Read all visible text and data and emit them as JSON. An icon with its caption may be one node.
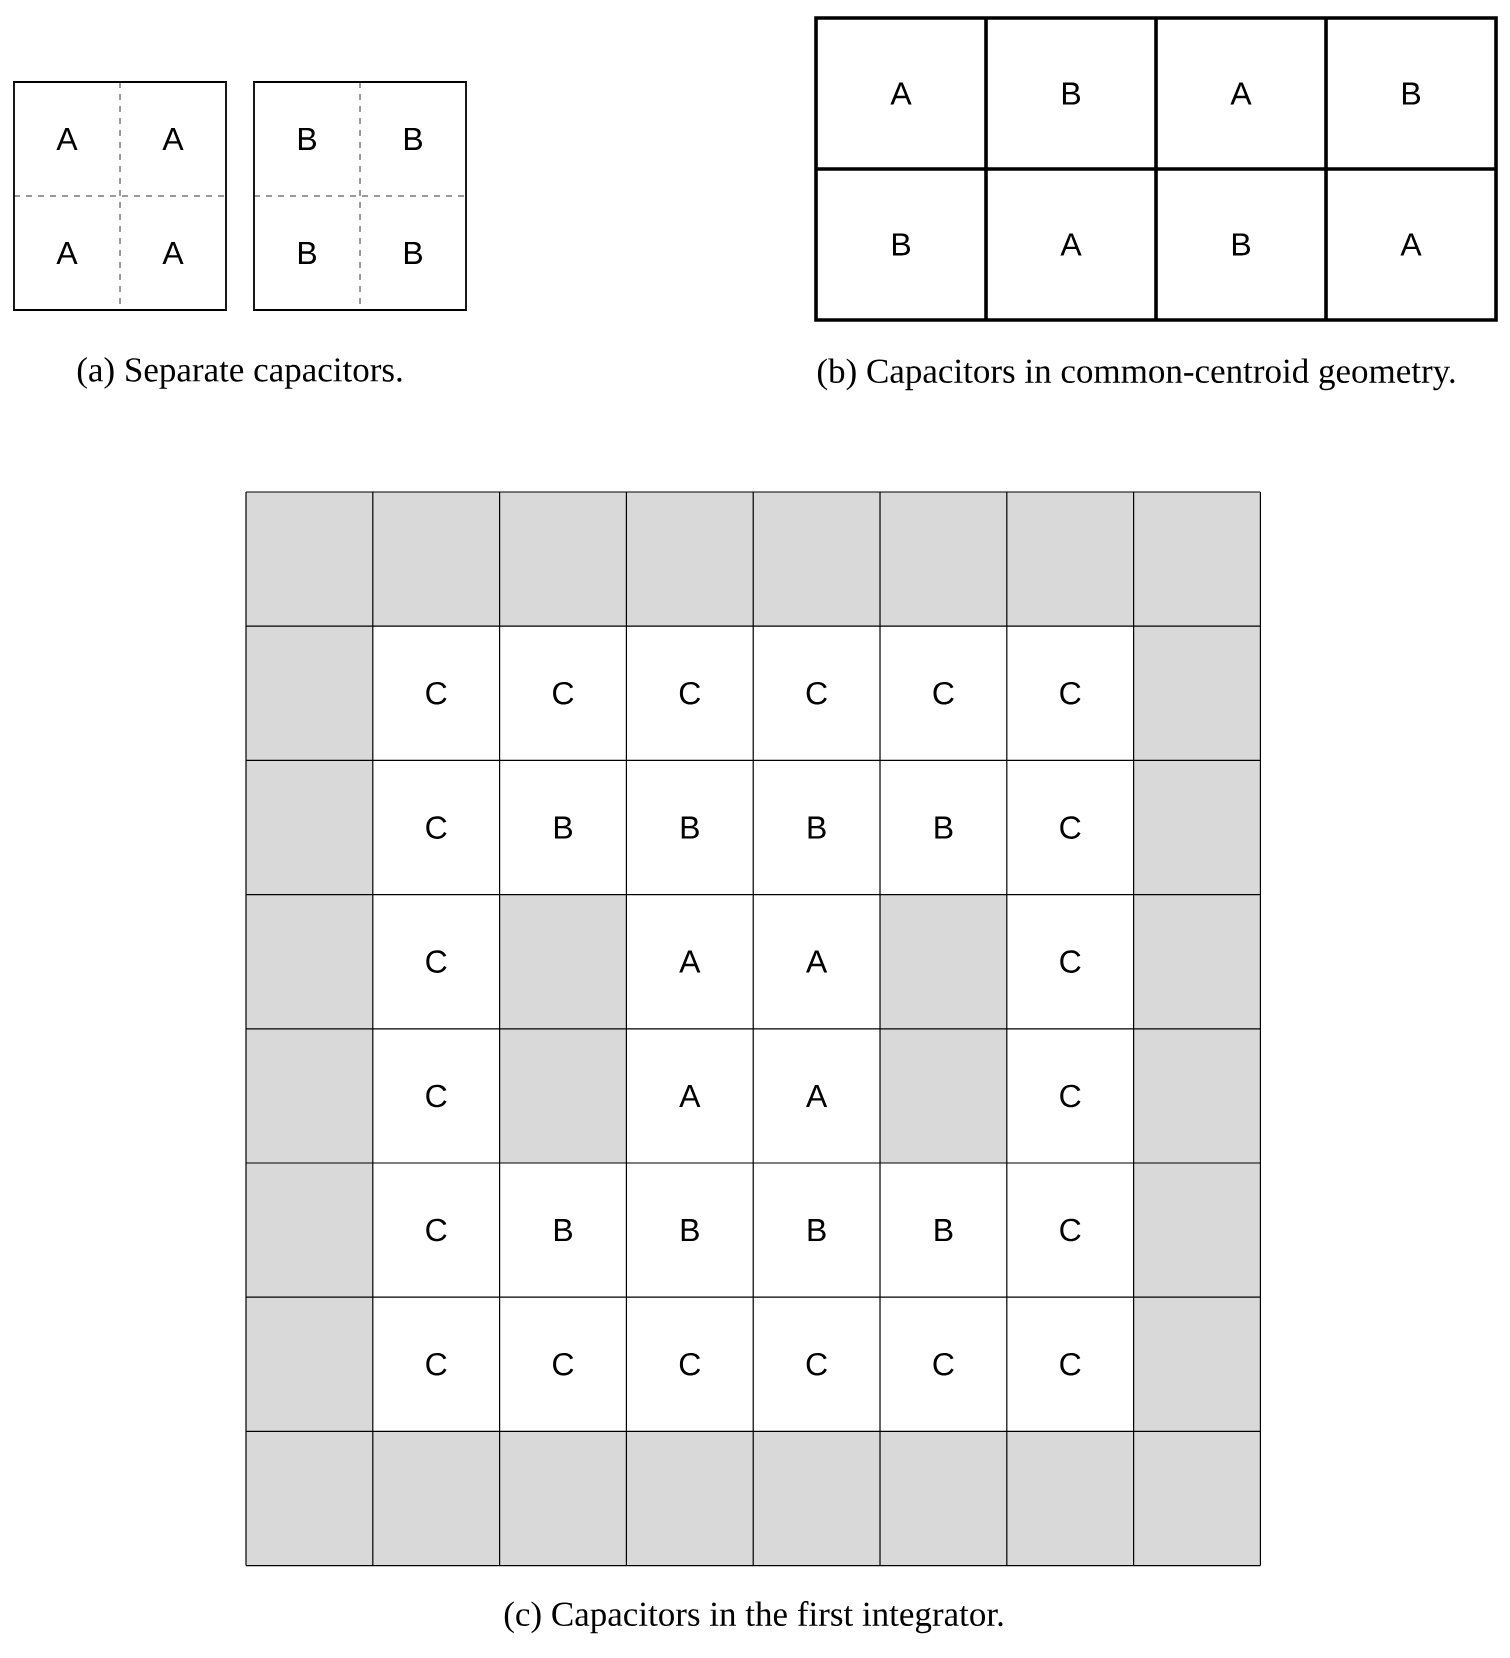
{
  "diagram": {
    "labels": [
      "A",
      "A",
      "A",
      "A",
      "B",
      "B",
      "B",
      "B",
      "A",
      "B",
      "A",
      "B",
      "B",
      "A",
      "B",
      "A",
      "(a) Separate capacitors.",
      "(b) Capacitors in common-centroid geometry.",
      "C",
      "C",
      "C",
      "C",
      "C",
      "C",
      "C",
      "B",
      "B",
      "B",
      "B",
      "C",
      "C",
      "A",
      "A",
      "C",
      "C",
      "A",
      "A",
      "C",
      "C",
      "B",
      "B",
      "B",
      "B",
      "C",
      "C",
      "C",
      "C",
      "C",
      "C",
      "C",
      "(c) Capacitors in the first integrator."
    ]
  }
}
